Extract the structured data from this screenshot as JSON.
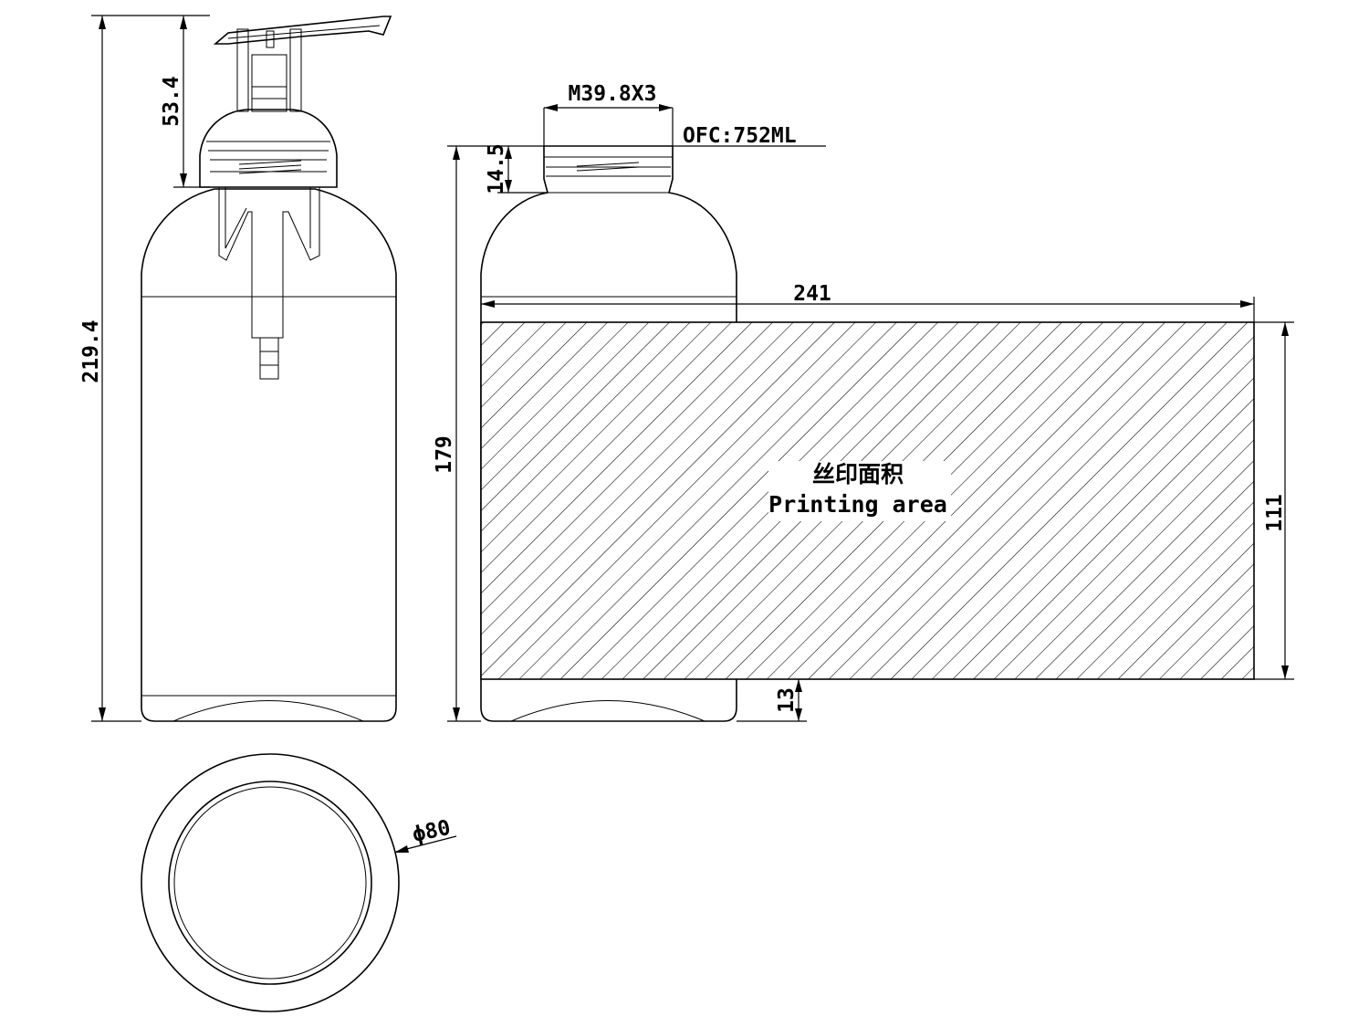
{
  "dimensions": {
    "total_height": "219.4",
    "pump_height": "53.4",
    "neck_finish": "M39.8X3",
    "capacity": "OFC:752ML",
    "neck_height": "14.5",
    "bottle_height": "179",
    "label_width": "241",
    "label_height": "111",
    "label_bottom_offset": "13",
    "diameter": "ϕ80"
  },
  "printing_area": {
    "label_cn": "丝印面积",
    "label_en": "Printing area"
  }
}
